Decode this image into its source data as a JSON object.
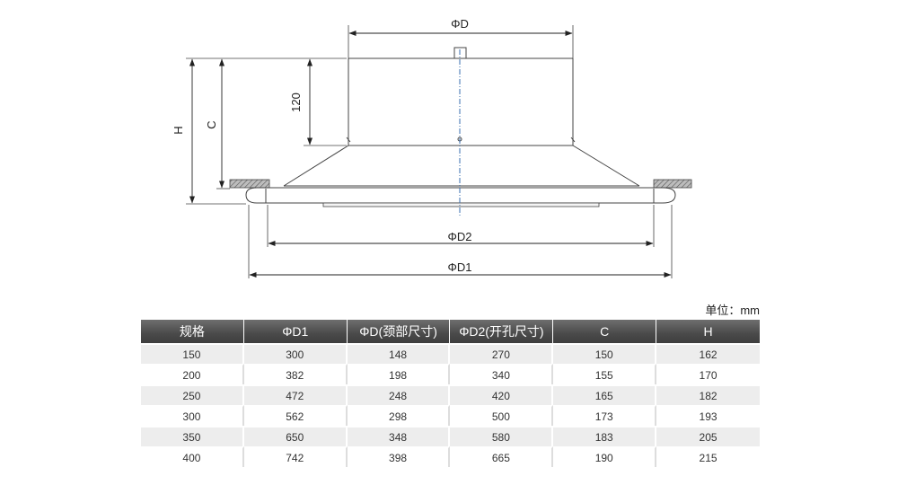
{
  "drawing": {
    "labels": {
      "d": "ΦD",
      "d1": "ΦD1",
      "d2": "ΦD2",
      "h": "H",
      "c": "C",
      "neck_height": "120"
    }
  },
  "table": {
    "unit": "单位：mm",
    "headers": [
      "规格",
      "ΦD1",
      "ΦD(颈部尺寸)",
      "ΦD2(开孔尺寸)",
      "C",
      "H"
    ],
    "rows": [
      [
        "150",
        "300",
        "148",
        "270",
        "150",
        "162"
      ],
      [
        "200",
        "382",
        "198",
        "340",
        "155",
        "170"
      ],
      [
        "250",
        "472",
        "248",
        "420",
        "165",
        "182"
      ],
      [
        "300",
        "562",
        "298",
        "500",
        "173",
        "193"
      ],
      [
        "350",
        "650",
        "348",
        "580",
        "183",
        "205"
      ],
      [
        "400",
        "742",
        "398",
        "665",
        "190",
        "215"
      ]
    ]
  },
  "colors": {
    "header_bg": "#4a4a4a",
    "row_alt": "#ededed",
    "centerline": "#3a6fb0"
  }
}
